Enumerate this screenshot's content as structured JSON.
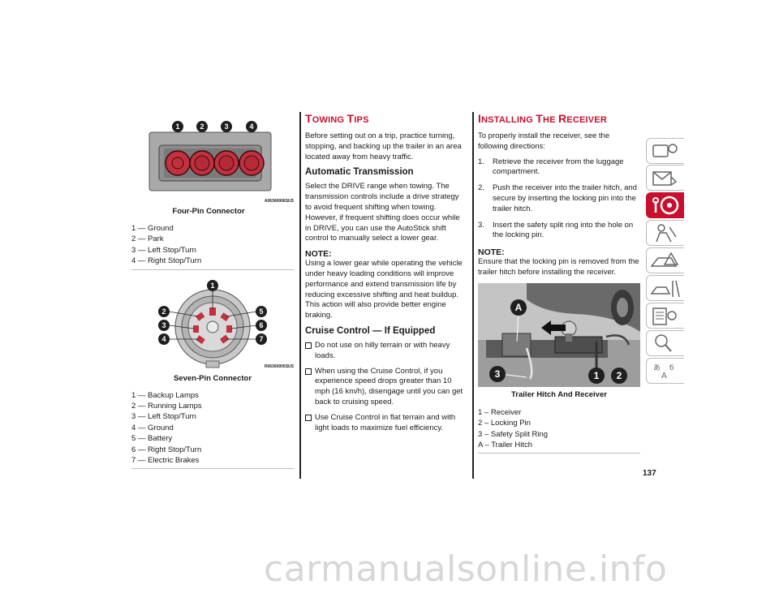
{
  "page_number": "137",
  "watermark": "carmanualsonline.info",
  "left": {
    "four_pin": {
      "image_code": "A06360006SUS",
      "caption": "Four-Pin Connector",
      "legend": [
        "1 — Ground",
        "2 — Park",
        "3 — Left Stop/Turn",
        "4 — Right Stop/Turn"
      ]
    },
    "seven_pin": {
      "image_code": "R06360005SUS",
      "caption": "Seven-Pin Connector",
      "legend": [
        "1 — Backup Lamps",
        "2 — Running Lamps",
        "3 — Left Stop/Turn",
        "4 — Ground",
        "5 — Battery",
        "6 — Right Stop/Turn",
        "7 — Electric Brakes"
      ]
    }
  },
  "middle": {
    "title_cap1": "T",
    "title_rest1": "OWING ",
    "title_cap2": "T",
    "title_rest2": "IPS",
    "intro": "Before setting out on a trip, practice turning, stopping, and backing up the trailer in an area located away from heavy traffic.",
    "auto_heading": "Automatic Transmission",
    "auto_text": "Select the DRIVE range when towing. The transmission controls include a drive strategy to avoid frequent shifting when towing. However, if frequent shifting does occur while in DRIVE, you can use the AutoStick shift control to manually select a lower gear.",
    "note_label": "NOTE:",
    "note_text": "Using a lower gear while operating the vehicle under heavy loading conditions will improve performance and extend transmission life by reducing excessive shifting and heat buildup. This action will also provide better engine braking.",
    "cruise_heading": "Cruise Control — If Equipped",
    "bullets": [
      "Do not use on hilly terrain or with heavy loads.",
      "When using the Cruise Control, if you experience speed drops greater than 10 mph (16 km/h), disengage until you can get back to cruising speed.",
      "Use Cruise Control in flat terrain and with light loads to maximize fuel efficiency."
    ]
  },
  "right": {
    "title_cap1": "I",
    "title_rest1": "NSTALLING ",
    "title_cap2": "T",
    "title_rest2": "HE ",
    "title_cap3": "R",
    "title_rest3": "ECEIVER",
    "intro": "To properly install the receiver, see the following directions:",
    "steps": [
      {
        "num": "1.",
        "text": "Retrieve the receiver from the luggage compartment."
      },
      {
        "num": "2.",
        "text": "Push the receiver into the trailer hitch, and secure by inserting the locking pin into the trailer hitch."
      },
      {
        "num": "3.",
        "text": "Insert the safety split ring into the hole on the locking pin."
      }
    ],
    "note_label": "NOTE:",
    "note_text": "Ensure that the locking pin is removed from the trailer hitch before installing the receiver.",
    "photo": {
      "callouts": [
        "A",
        "3",
        "1",
        "2"
      ],
      "caption": "Trailer Hitch And Receiver"
    },
    "legend": [
      "1 – Receiver",
      "2 – Locking Pin",
      "3 – Safety Split Ring",
      "A – Trailer Hitch"
    ]
  },
  "side_tabs": [
    {
      "icon": "dashboard-info-icon",
      "active": false
    },
    {
      "icon": "safety-envelope-icon",
      "active": false
    },
    {
      "icon": "steering-wheel-key-icon",
      "active": true
    },
    {
      "icon": "driver-seat-icon",
      "active": false
    },
    {
      "icon": "roadside-warning-icon",
      "active": false
    },
    {
      "icon": "service-tools-icon",
      "active": false
    },
    {
      "icon": "warranty-list-icon",
      "active": false
    },
    {
      "icon": "search-index-icon",
      "active": false
    },
    {
      "icon": "language-alphabet-icon",
      "active": false
    }
  ]
}
